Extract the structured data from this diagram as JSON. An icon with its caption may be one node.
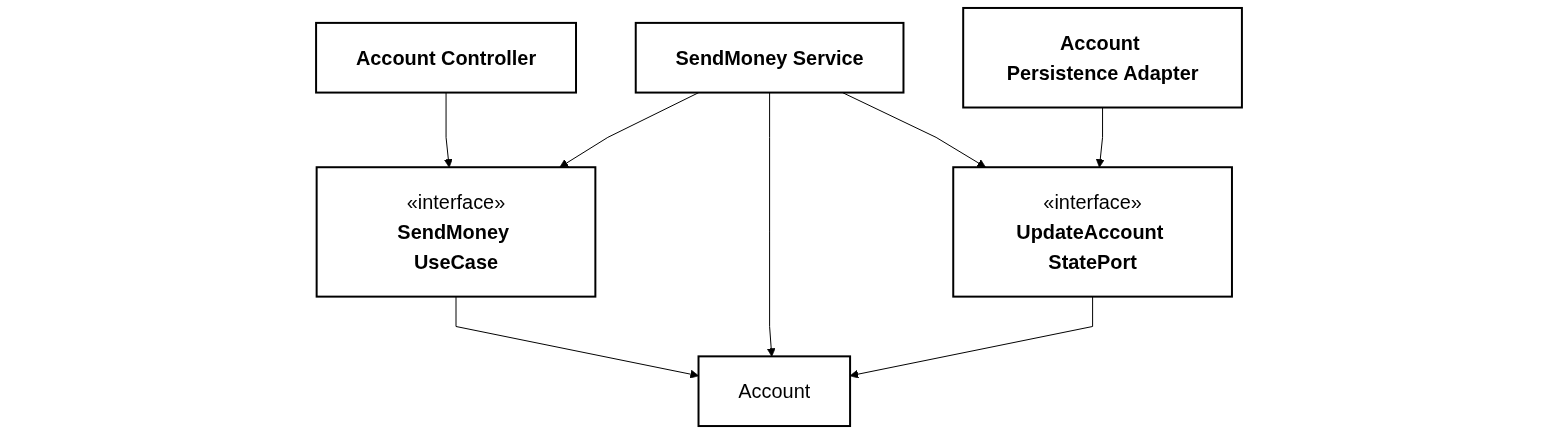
{
  "diagram": {
    "nodes": [
      {
        "text": [
          "Account Controller"
        ]
      },
      {
        "text": [
          "«interface»",
          "SendMoney UseCase"
        ]
      },
      {
        "text": [
          "SendMoney Service"
        ]
      },
      {
        "text": [
          "«interface»",
          "UpdateAccount StatePort"
        ]
      },
      {
        "text": [
          "Account Persistence Adapter"
        ]
      },
      {
        "text": [
          "Account"
        ]
      }
    ],
    "edges": [
      {
        "from": 0,
        "to": 1,
        "arrow": "to"
      },
      {
        "from": 2,
        "to": 1,
        "arrow": "to"
      },
      {
        "from": 2,
        "to": 3,
        "arrow": "to"
      },
      {
        "from": 4,
        "to": 3,
        "arrow": "to"
      },
      {
        "from": 1,
        "to": 5,
        "arrow": "to"
      },
      {
        "from": 2,
        "to": 5,
        "arrow": "to"
      },
      {
        "from": 3,
        "to": 5,
        "arrow": "to"
      }
    ]
  }
}
